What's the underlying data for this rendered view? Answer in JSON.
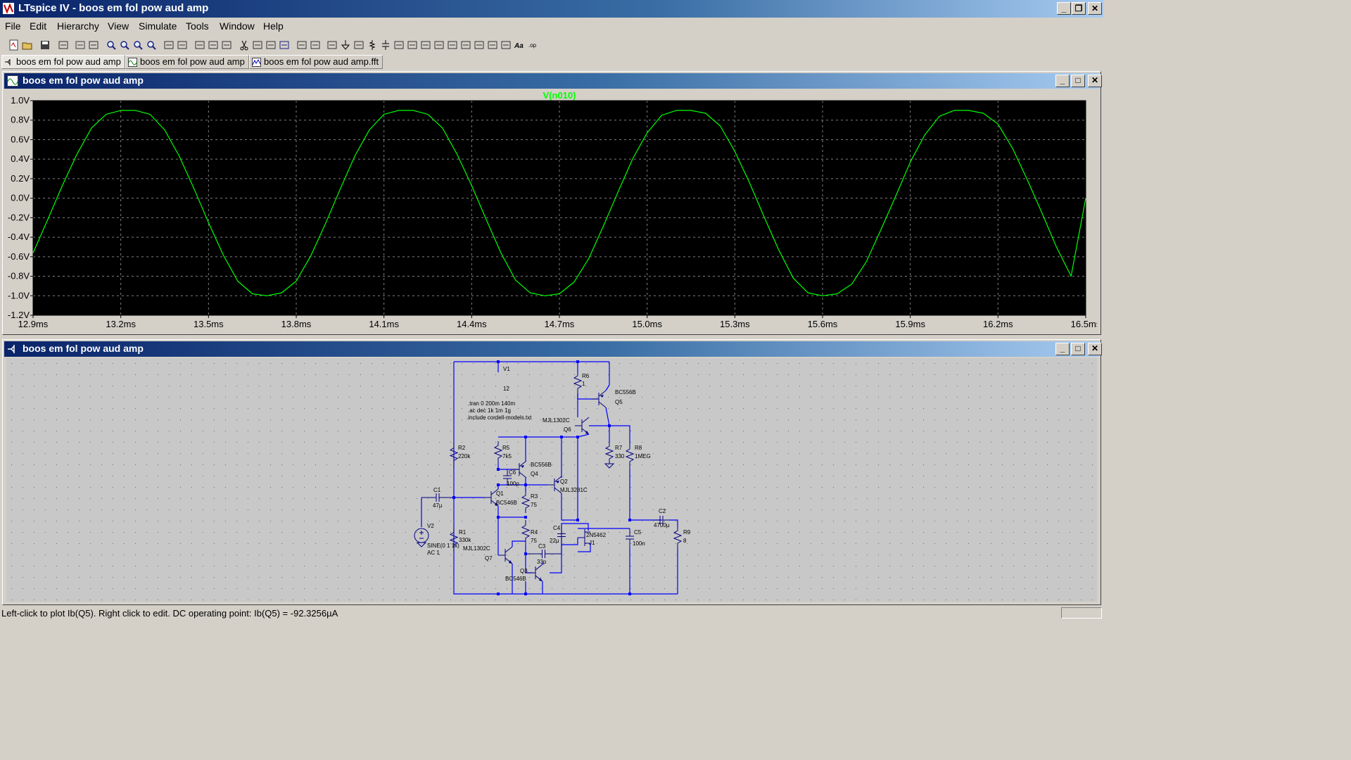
{
  "app": {
    "title": "LTspice IV - boos em fol pow aud amp"
  },
  "menu": [
    "File",
    "Edit",
    "Hierarchy",
    "View",
    "Simulate",
    "Tools",
    "Window",
    "Help"
  ],
  "tabs": [
    {
      "label": "boos em fol pow aud amp",
      "active": true
    },
    {
      "label": "boos em fol pow aud amp",
      "active": false
    },
    {
      "label": "boos em fol pow aud amp.fft",
      "active": false
    }
  ],
  "waveform_window": {
    "title": "boos em fol pow aud amp"
  },
  "schematic_window": {
    "title": "boos em fol pow aud amp"
  },
  "chart_data": {
    "type": "line",
    "series": [
      {
        "name": "V(n010)",
        "color": "#00ff00",
        "x": [
          12.9,
          12.95,
          13.0,
          13.05,
          13.1,
          13.15,
          13.2,
          13.25,
          13.3,
          13.35,
          13.4,
          13.45,
          13.5,
          13.55,
          13.6,
          13.65,
          13.7,
          13.75,
          13.8,
          13.85,
          13.9,
          13.95,
          14.0,
          14.05,
          14.1,
          14.15,
          14.2,
          14.25,
          14.3,
          14.35,
          14.4,
          14.45,
          14.5,
          14.55,
          14.6,
          14.65,
          14.7,
          14.75,
          14.8,
          14.85,
          14.9,
          14.95,
          15.0,
          15.05,
          15.1,
          15.15,
          15.2,
          15.25,
          15.3,
          15.35,
          15.4,
          15.45,
          15.5,
          15.55,
          15.6,
          15.65,
          15.7,
          15.75,
          15.8,
          15.85,
          15.9,
          15.95,
          16.0,
          16.05,
          16.1,
          16.15,
          16.2,
          16.25,
          16.3,
          16.35,
          16.4,
          16.45,
          16.5
        ],
        "y": [
          -0.56,
          -0.22,
          0.13,
          0.45,
          0.72,
          0.86,
          0.9,
          0.9,
          0.86,
          0.7,
          0.43,
          0.1,
          -0.25,
          -0.58,
          -0.85,
          -0.98,
          -1.0,
          -0.97,
          -0.85,
          -0.59,
          -0.26,
          0.09,
          0.43,
          0.7,
          0.86,
          0.9,
          0.9,
          0.86,
          0.72,
          0.45,
          0.13,
          -0.22,
          -0.56,
          -0.84,
          -0.97,
          -1.0,
          -0.98,
          -0.86,
          -0.62,
          -0.29,
          0.06,
          0.4,
          0.67,
          0.85,
          0.9,
          0.9,
          0.87,
          0.74,
          0.48,
          0.16,
          -0.19,
          -0.53,
          -0.82,
          -0.97,
          -1.0,
          -0.98,
          -0.88,
          -0.65,
          -0.32,
          0.02,
          0.37,
          0.65,
          0.84,
          0.9,
          0.9,
          0.87,
          0.76,
          0.51,
          0.19,
          -0.15,
          -0.5,
          -0.8,
          0.0
        ]
      }
    ],
    "xlim": [
      12.9,
      16.5
    ],
    "ylim": [
      -1.2,
      1.0
    ],
    "x_ticks": [
      "12.9ms",
      "13.2ms",
      "13.5ms",
      "13.8ms",
      "14.1ms",
      "14.4ms",
      "14.7ms",
      "15.0ms",
      "15.3ms",
      "15.6ms",
      "15.9ms",
      "16.2ms",
      "16.5ms"
    ],
    "y_ticks": [
      "1.0V",
      "0.8V",
      "0.6V",
      "0.4V",
      "0.2V",
      "0.0V",
      "-0.2V",
      "-0.4V",
      "-0.6V",
      "-0.8V",
      "-1.0V",
      "-1.2V"
    ],
    "grid": true,
    "legend": "top-center"
  },
  "schematic": {
    "labels": {
      "V1": "V1",
      "V1val": "12",
      "dir1": ".tran 0 200m 140m",
      "dir2": ".ac dec 1k 1m 1g",
      "dir3": ".include cordell-models.txt",
      "R6": "R6",
      "R6v": "1",
      "Q5": "Q5",
      "Q5m": "BC556B",
      "Q6m": "MJL1302C",
      "Q6": "Q6",
      "R7": "R7",
      "R7v": "330",
      "R8": "R8",
      "R8v": "1MEG",
      "R2": "R2",
      "R2v": "220k",
      "R5": "R5",
      "R5v": "7k5",
      "C6": "C6",
      "C6v": "100p",
      "Q4m": "BC556B",
      "Q4": "Q4",
      "Q2": "Q2",
      "Q2m": "MJL3281C",
      "R3": "R3",
      "R3v": "75",
      "C1": "C1",
      "C1v": "47µ",
      "Q1": "Q1",
      "Q1m": "BC546B",
      "C2": "C2",
      "C2v": "4700µ",
      "R9": "R9",
      "R9v": "8",
      "V2": "V2",
      "V2v1": "SINE(0 1 1k)",
      "V2v2": "AC 1",
      "R1": "R1",
      "R1v": "330k",
      "Q7m": "MJL1302C",
      "Q7": "Q7",
      "R4": "R4",
      "R4v": "75",
      "C4": "C4",
      "C4v": "22µ",
      "J1m": "2N5462",
      "J1": "J1",
      "C5": "C5",
      "C5v": "100n",
      "C3": "C3",
      "C3v": "33p",
      "Q3": "Q3",
      "Q3m": "BC546B"
    }
  },
  "status": {
    "text": "Left-click to plot Ib(Q5).  Right click to edit.  DC operating point: Ib(Q5) = -92.3256µA"
  },
  "colors": {
    "trace": "#00ff00",
    "wire": "#0000ff",
    "component": "#000080",
    "titlebar": "#0a246a",
    "plot_bg": "#000000"
  }
}
